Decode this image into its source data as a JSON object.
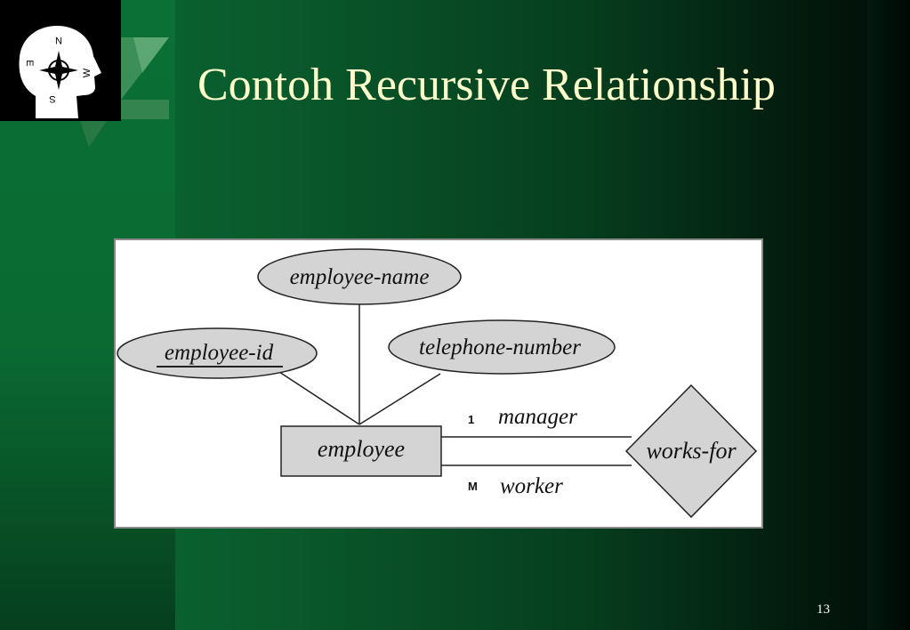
{
  "slide": {
    "title": "Contoh Recursive Relationship",
    "page_number": "13"
  },
  "logo": {
    "icon": "head-compass-icon",
    "directions": {
      "north": "N",
      "east": "E",
      "south": "S",
      "west": "W"
    }
  },
  "diagram": {
    "entity": {
      "name": "employee"
    },
    "attributes": [
      {
        "name": "employee-name",
        "primary_key": false
      },
      {
        "name": "employee-id",
        "primary_key": true
      },
      {
        "name": "telephone-number",
        "primary_key": false
      }
    ],
    "relationship": {
      "name": "works-for"
    },
    "roles": [
      {
        "name": "manager",
        "cardinality": "1"
      },
      {
        "name": "worker",
        "cardinality": "M"
      }
    ]
  },
  "colors": {
    "title": "#ffffcc",
    "shape_fill": "#d4d4d4",
    "background_green": "#0a6a32"
  }
}
